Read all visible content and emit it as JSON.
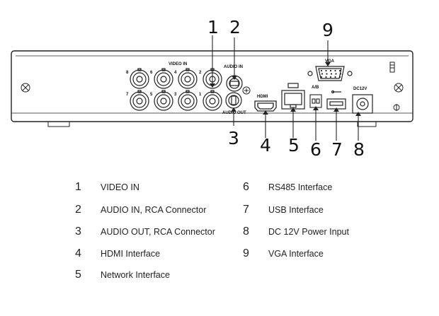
{
  "panel_labels": {
    "video_in": "VIDEO IN",
    "audio_in": "AUDIO IN",
    "audio_out": "AUDIO OUT",
    "hdmi": "HDMI",
    "vga": "VGA",
    "rs485": "A/B",
    "dc": "DC12V",
    "bnc_top": [
      "8",
      "6",
      "4",
      "2"
    ],
    "bnc_bottom": [
      "7",
      "5",
      "3",
      "1"
    ]
  },
  "callouts": [
    "1",
    "2",
    "3",
    "4",
    "5",
    "6",
    "7",
    "8",
    "9"
  ],
  "legend": [
    {
      "num": "1",
      "text": "VIDEO IN"
    },
    {
      "num": "2",
      "text": "AUDIO IN, RCA Connector"
    },
    {
      "num": "3",
      "text": "AUDIO OUT, RCA Connector"
    },
    {
      "num": "4",
      "text": "HDMI Interface"
    },
    {
      "num": "5",
      "text": "Network Interface"
    },
    {
      "num": "6",
      "text": "RS485 Interface"
    },
    {
      "num": "7",
      "text": "USB Interface"
    },
    {
      "num": "8",
      "text": "DC 12V Power Input"
    },
    {
      "num": "9",
      "text": "VGA Interface"
    }
  ]
}
